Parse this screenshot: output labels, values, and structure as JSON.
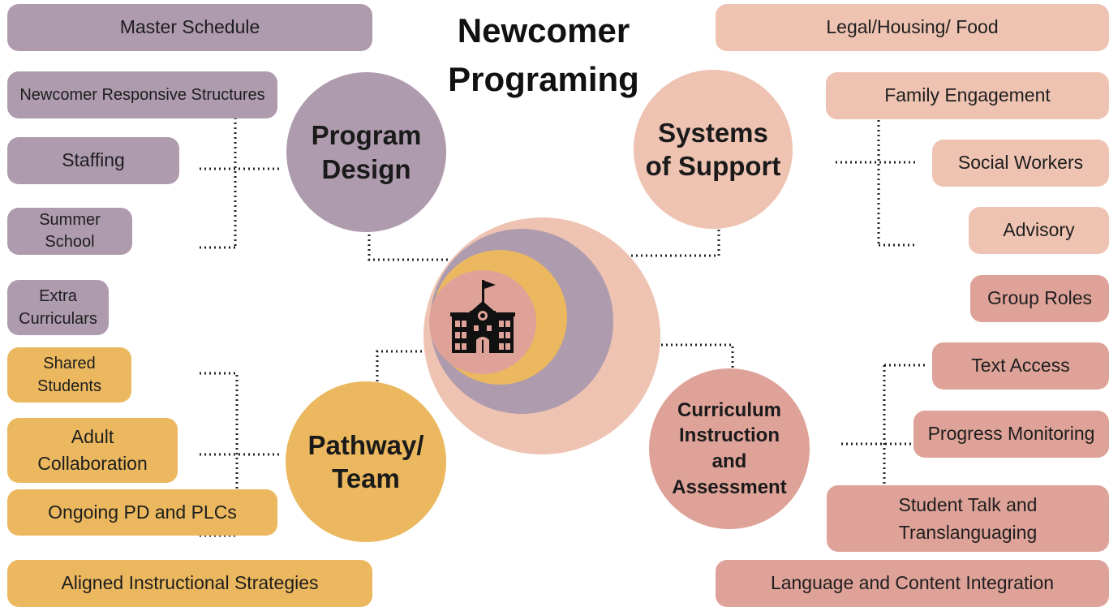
{
  "title": {
    "line1": "Newcomer",
    "line2": "Programing"
  },
  "hubs": {
    "program_design": {
      "line1": "Program",
      "line2": "Design",
      "color": "#ae9bae"
    },
    "systems_support": {
      "line1": "Systems",
      "line2": "of Support",
      "color": "#eec3b2"
    },
    "pathway_team": {
      "line1": "Pathway/",
      "line2": "Team",
      "color": "#ebb85f"
    },
    "curriculum": {
      "line1": "Curriculum",
      "line2": "Instruction",
      "line3": "and",
      "line4": "Assessment",
      "color": "#dea298"
    }
  },
  "center": {
    "icon": "school-building-icon",
    "ring_colors": [
      "#eec3b2",
      "#ae9bae",
      "#ebb85f",
      "#dea298"
    ]
  },
  "program_design_items": {
    "master_schedule": "Master Schedule",
    "responsive_structures": "Newcomer Responsive Structures",
    "staffing": "Staffing",
    "summer_school": "Summer School",
    "extra_line1": "Extra",
    "extra_line2": "Curriculars"
  },
  "systems_support_items": {
    "legal": "Legal/Housing/ Food",
    "family": "Family Engagement",
    "social_workers": "Social Workers",
    "advisory": "Advisory",
    "group_roles": "Group Roles"
  },
  "pathway_items": {
    "shared_line1": "Shared",
    "shared_line2": "Students",
    "adult_line1": "Adult",
    "adult_line2": "Collaboration",
    "ongoing_pd": "Ongoing PD and PLCs",
    "aligned": "Aligned Instructional Strategies"
  },
  "curriculum_items": {
    "text_access": "Text Access",
    "progress": "Progress Monitoring",
    "talk_line1": "Student Talk and",
    "talk_line2": "Translanguaging",
    "language_content": "Language and Content Integration"
  }
}
